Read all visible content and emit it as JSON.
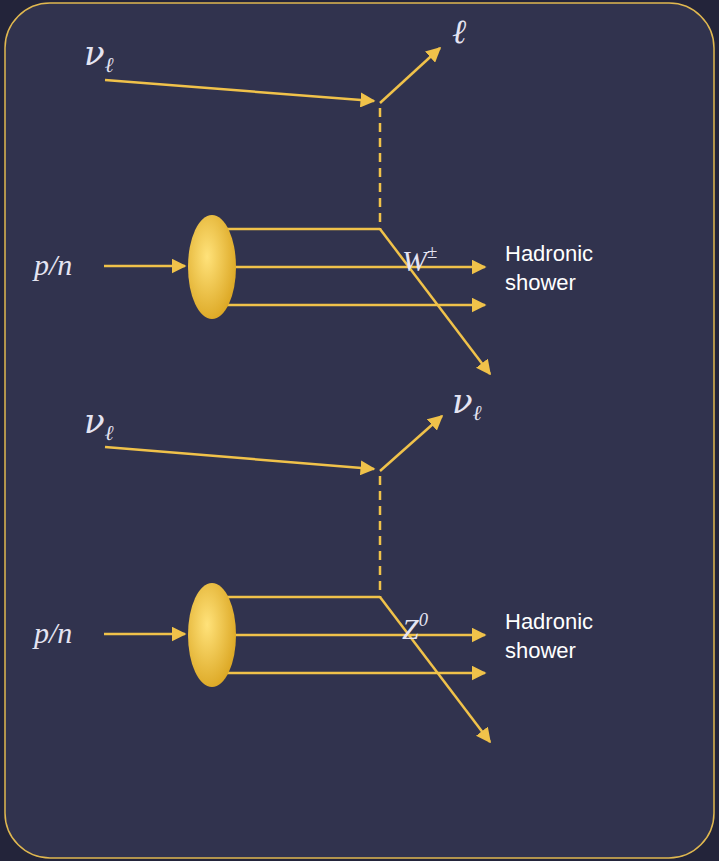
{
  "diagram": {
    "labels": [
      "νℓ",
      "ℓ",
      "W±",
      "p/n",
      "Hadronic shower",
      "νℓ",
      "νℓ",
      "Z0",
      "p/n",
      "Hadronic shower"
    ]
  }
}
